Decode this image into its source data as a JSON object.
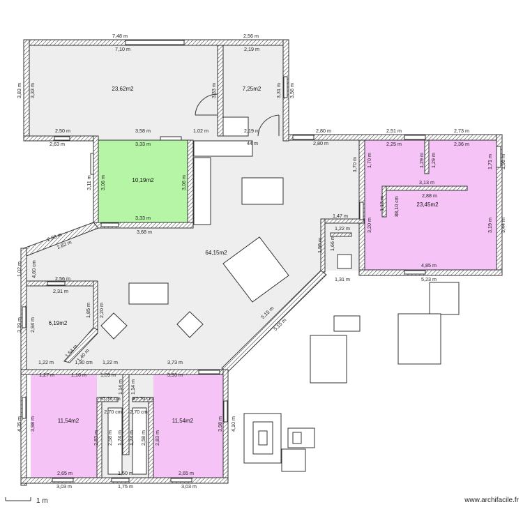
{
  "rooms": [
    {
      "id": "living",
      "area": "23,62m2"
    },
    {
      "id": "small-ne",
      "area": "7,25m2"
    },
    {
      "id": "green",
      "area": "10,19m2"
    },
    {
      "id": "main",
      "area": "64,15m2"
    },
    {
      "id": "pink-right",
      "area": "23,45m2"
    },
    {
      "id": "left-small",
      "area": "6,19m2"
    },
    {
      "id": "pink-bl",
      "area": "11,54m2"
    },
    {
      "id": "pink-br",
      "area": "11,54m2"
    }
  ],
  "dimensions": [
    "7,48 m",
    "2,56 m",
    "7,10 m",
    "2,19 m",
    "3,83 m",
    "3,33 m",
    "3,33 m",
    "3,31 m",
    "3,56 m",
    "2,50 m",
    "3,58 m",
    "1,02 m",
    "2,19 m",
    "2,63 m",
    "44 m",
    "2,80 m",
    "2,80 m",
    "2,51 m",
    "2,73 m",
    "3,33 m",
    "3,06 m",
    "3,06 m",
    "3,11 m",
    "3,33 m",
    "3,68 m",
    "2,25 m",
    "2,36 m",
    "1,70 m",
    "1,70 m",
    "1,29 m",
    "1,29 m",
    "1,71 m",
    "1,96 m",
    "3,13 m",
    "2,88 m",
    "1,13 m",
    "88,10 cm",
    "3,20 m",
    "3,19 m",
    "3,44 m",
    "4,85 m",
    "5,23 m",
    "1,47 m",
    "1,22 m",
    "1,99 m",
    "1,66 m",
    "1,31 m",
    "2,93 m",
    "2,82 m",
    "1,02 m",
    "4,60 cm",
    "2,56 m",
    "2,31 m",
    "3,19 m",
    "2,94 m",
    "1,85 m",
    "2,20 m",
    "1,54 m",
    "1,40 m",
    "5,15 m",
    "5,15 m",
    "1,22 m",
    "1,30 cm",
    "1,22 m",
    "3,73 m",
    "1,27 m",
    "1,16 m",
    "1,09 m",
    "3,93 m",
    "1,14 m",
    "1,14 m",
    "87,70 cm",
    "87,70 cm",
    "2,70 cm",
    "2,70 cm",
    "4,35 m",
    "3,98 m",
    "2,83 m",
    "2,58 m",
    "1,74 m",
    "1,74 m",
    "2,58 m",
    "2,83 m",
    "3,98 m",
    "4,10 m",
    "2,65 m",
    "1,50 m",
    "2,65 m",
    "3,03 m",
    "1,75 m",
    "3,03 m"
  ],
  "scale": {
    "label": "1 m"
  },
  "watermark": "www.archifacile.fr"
}
